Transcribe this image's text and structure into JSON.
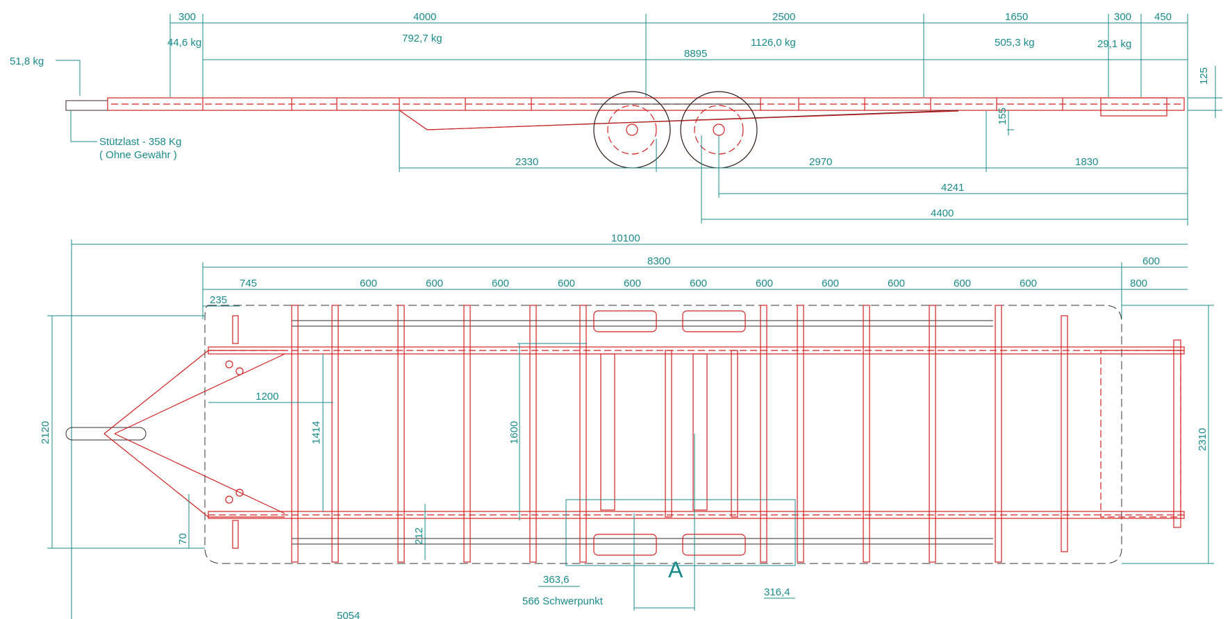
{
  "side_view": {
    "top_dims": {
      "d300a": "300",
      "d4000": "4000",
      "d2500": "2500",
      "d1650": "1650",
      "d300b": "300",
      "d450": "450"
    },
    "loads": {
      "l446": "44,6 kg",
      "l7927": "792,7 kg",
      "l11260": "1126,0 kg",
      "l5053": "505,3 kg",
      "l291": "29,1 kg",
      "l518": "51,8 kg"
    },
    "d8895": "8895",
    "d125": "125",
    "d155": "155",
    "stuetzlast": "Stützlast  - 358 Kg",
    "ohne_gewaehr": "( Ohne Gewähr )",
    "d2330": "2330",
    "d2970": "2970",
    "d1830": "1830",
    "d4241": "4241",
    "d4400": "4400"
  },
  "top_view": {
    "d10100": "10100",
    "d8300": "8300",
    "d600_right": "600",
    "d745": "745",
    "d235": "235",
    "d800": "800",
    "cross_spacing": [
      "600",
      "600",
      "600",
      "600",
      "600",
      "600",
      "600",
      "600",
      "600",
      "600",
      "600"
    ],
    "d2120": "2120",
    "d2310": "2310",
    "d1200": "1200",
    "d1414": "1414",
    "d1600": "1600",
    "d70": "70",
    "d212": "212",
    "d3636": "363,6",
    "d3164": "316,4",
    "schwerpunkt": "566  Schwerpunkt",
    "d5054": "5054",
    "section_a": "A"
  }
}
